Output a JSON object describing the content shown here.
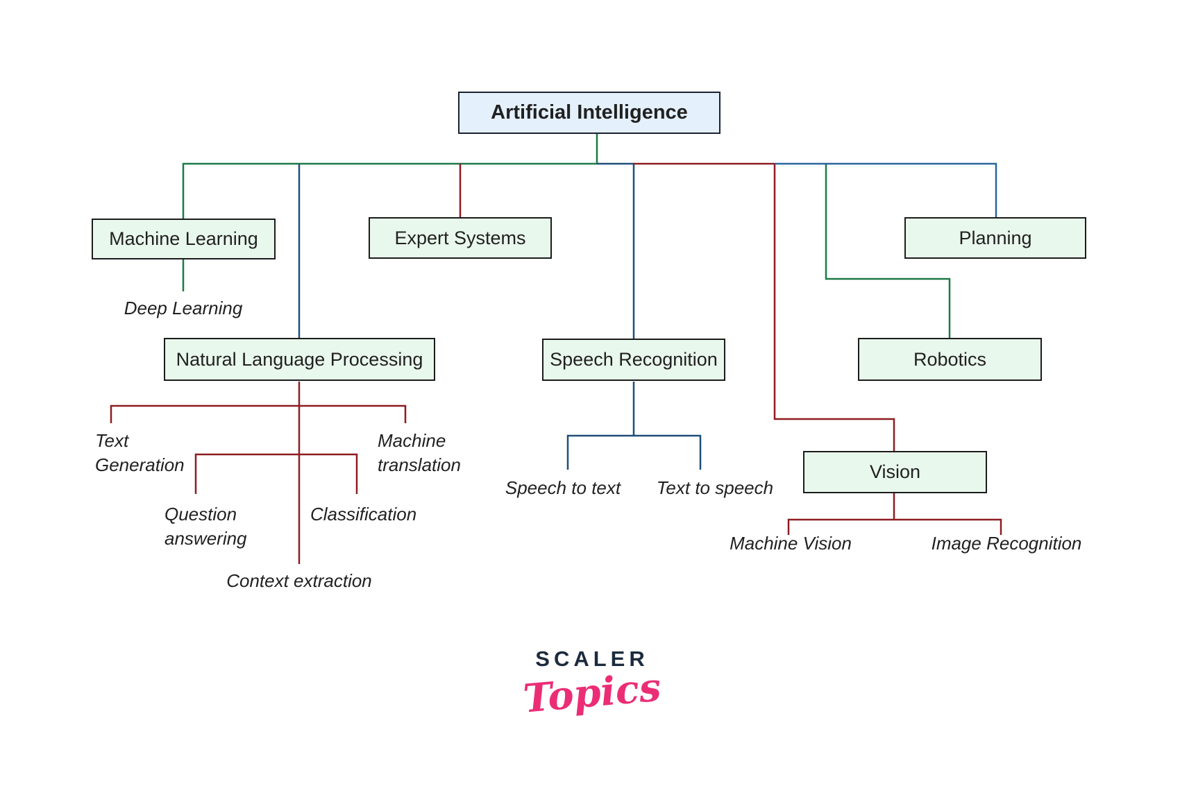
{
  "root": {
    "label": "Artificial Intelligence"
  },
  "branches": {
    "machine_learning": {
      "label": "Machine Learning"
    },
    "expert_systems": {
      "label": "Expert Systems"
    },
    "planning": {
      "label": "Planning"
    },
    "nlp": {
      "label": "Natural Language Processing"
    },
    "speech": {
      "label": "Speech Recognition"
    },
    "robotics": {
      "label": "Robotics"
    },
    "vision": {
      "label": "Vision"
    }
  },
  "leaves": {
    "deep_learning": "Deep Learning",
    "text_generation": [
      "Text",
      "Generation"
    ],
    "machine_translation": [
      "Machine",
      "translation"
    ],
    "question_answering": [
      "Question",
      "answering"
    ],
    "classification": "Classification",
    "context_extraction": "Context extraction",
    "speech_to_text": "Speech to text",
    "text_to_speech": "Text to speech",
    "machine_vision": "Machine Vision",
    "image_recognition": "Image Recognition"
  },
  "edges": [
    {
      "from": "Artificial Intelligence",
      "to": "Machine Learning",
      "color": "green"
    },
    {
      "from": "Artificial Intelligence",
      "to": "Natural Language Processing",
      "color": "navy"
    },
    {
      "from": "Artificial Intelligence",
      "to": "Expert Systems",
      "color": "maroon"
    },
    {
      "from": "Artificial Intelligence",
      "to": "Speech Recognition",
      "color": "navy"
    },
    {
      "from": "Artificial Intelligence",
      "to": "Vision",
      "color": "maroon"
    },
    {
      "from": "Artificial Intelligence",
      "to": "Robotics",
      "color": "green"
    },
    {
      "from": "Artificial Intelligence",
      "to": "Planning",
      "color": "blue"
    },
    {
      "from": "Machine Learning",
      "to": "Deep Learning",
      "color": "green"
    },
    {
      "from": "Natural Language Processing",
      "to": "Text Generation",
      "color": "maroon"
    },
    {
      "from": "Natural Language Processing",
      "to": "Machine translation",
      "color": "maroon"
    },
    {
      "from": "Natural Language Processing",
      "to": "Question answering",
      "color": "maroon"
    },
    {
      "from": "Natural Language Processing",
      "to": "Classification",
      "color": "maroon"
    },
    {
      "from": "Natural Language Processing",
      "to": "Context extraction",
      "color": "maroon"
    },
    {
      "from": "Speech Recognition",
      "to": "Speech to text",
      "color": "navy"
    },
    {
      "from": "Speech Recognition",
      "to": "Text to speech",
      "color": "navy"
    },
    {
      "from": "Vision",
      "to": "Machine Vision",
      "color": "maroon"
    },
    {
      "from": "Vision",
      "to": "Image Recognition",
      "color": "maroon"
    }
  ],
  "logo": {
    "brand": "SCALER",
    "sub": "Topics"
  },
  "colors": {
    "green": "#1b7a46",
    "navy": "#1f4e79",
    "maroon": "#8e1c21",
    "blue": "#2a659e",
    "ai_fill": "#e4f0fc",
    "ai_border": "#1a2230",
    "node_fill": "#e9f8ec",
    "node_border": "#1b1b1b",
    "text": "#212121",
    "brand_navy": "#1c2b3e",
    "brand_pink": "#eb2d76"
  }
}
